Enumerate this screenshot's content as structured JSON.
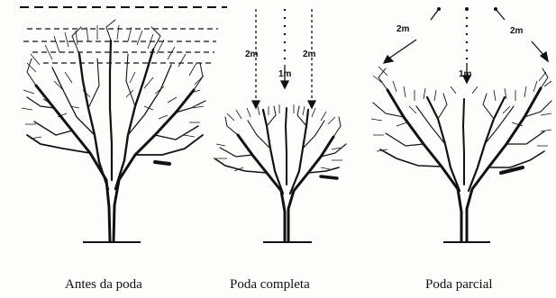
{
  "figure": {
    "panels": [
      {
        "caption": "Antes da poda"
      },
      {
        "caption": "Poda completa",
        "measure_outer": "2m",
        "measure_inner": "1m"
      },
      {
        "caption": "Poda parcial",
        "measure_left": "2m",
        "measure_center": "1m",
        "measure_right": "2m"
      }
    ]
  },
  "colors": {
    "ink": "#111111",
    "paper": "#fdfdfb"
  }
}
